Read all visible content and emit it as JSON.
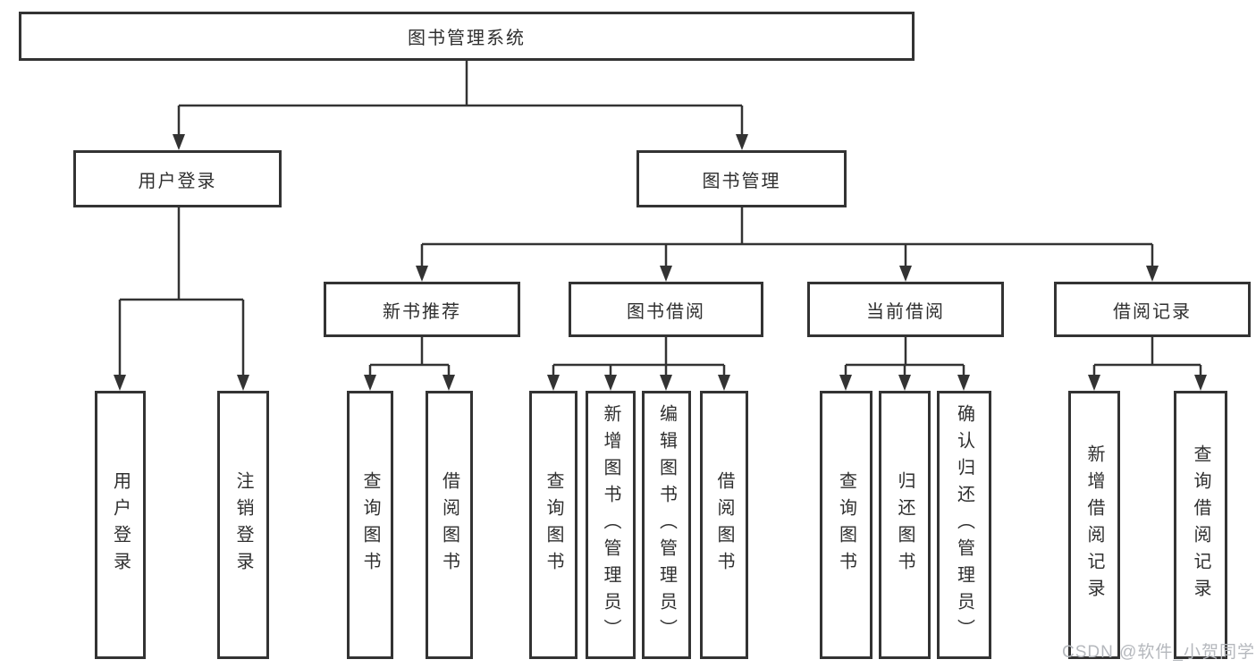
{
  "root": {
    "label": "图书管理系统"
  },
  "user_branch": {
    "label": "用户登录",
    "children": [
      {
        "label": "用户登录"
      },
      {
        "label": "注销登录"
      }
    ]
  },
  "book_branch": {
    "label": "图书管理",
    "groups": [
      {
        "label": "新书推荐",
        "children": [
          {
            "label": "查询图书"
          },
          {
            "label": "借阅图书"
          }
        ]
      },
      {
        "label": "图书借阅",
        "children": [
          {
            "label": "查询图书"
          },
          {
            "label": "新增图书（管理员）"
          },
          {
            "label": "编辑图书（管理员）"
          },
          {
            "label": "借阅图书"
          }
        ]
      },
      {
        "label": "当前借阅",
        "children": [
          {
            "label": "查询图书"
          },
          {
            "label": "归还图书"
          },
          {
            "label": "确认归还（管理员）"
          }
        ]
      },
      {
        "label": "借阅记录",
        "children": [
          {
            "label": "新增借阅记录"
          },
          {
            "label": "查询借阅记录"
          }
        ]
      }
    ]
  },
  "watermark": "CSDN @软件_小贺同学",
  "colors": {
    "line": "#333333",
    "text": "#2f2f2f",
    "watermark": "#b5b8bd",
    "background": "#ffffff"
  }
}
